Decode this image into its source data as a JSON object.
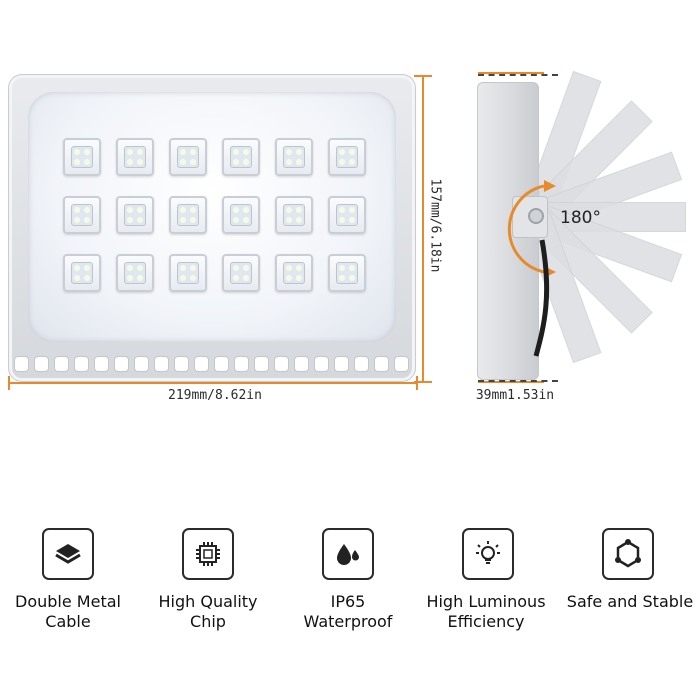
{
  "dimensions": {
    "width": "219mm/8.62in",
    "height": "157mm/6.18in",
    "depth": "39mm1.53in",
    "rotation": "180°"
  },
  "colors": {
    "accent": "#e8892d",
    "text": "#111111"
  },
  "features": [
    {
      "icon": "layers-icon",
      "label": "Double Metal\nCable"
    },
    {
      "icon": "chip-icon",
      "label": "High Quality\nChip"
    },
    {
      "icon": "water-drops-icon",
      "label": "IP65\nWaterproof"
    },
    {
      "icon": "lightbulb-icon",
      "label": "High Luminous\nEfficiency"
    },
    {
      "icon": "shield-network-icon",
      "label": "Safe and Stable"
    }
  ]
}
